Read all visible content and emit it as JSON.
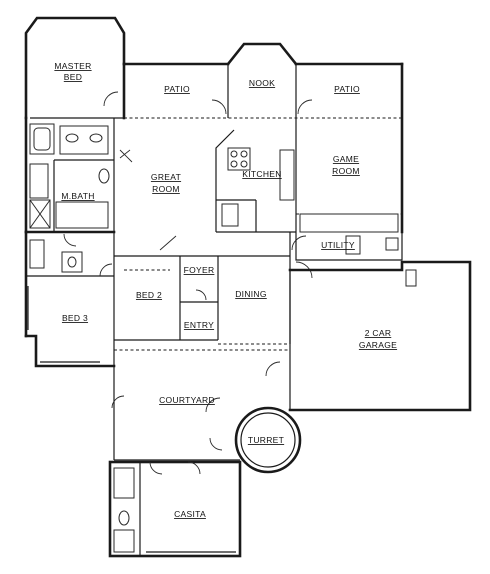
{
  "rooms": {
    "master_bed": [
      "MASTER",
      "BED"
    ],
    "patio_left": "PATIO",
    "nook": "NOOK",
    "patio_right": "PATIO",
    "great_room": [
      "GREAT",
      "ROOM"
    ],
    "kitchen": "KITCHEN",
    "game_room": [
      "GAME",
      "ROOM"
    ],
    "m_bath": "M.BATH",
    "utility": "UTILITY",
    "foyer": "FOYER",
    "bed_2": "BED 2",
    "dining": "DINING",
    "entry": "ENTRY",
    "bed_3": "BED 3",
    "garage": [
      "2 CAR",
      "GARAGE"
    ],
    "courtyard": "COURTYARD",
    "turret": "TURRET",
    "casita": "CASITA"
  }
}
